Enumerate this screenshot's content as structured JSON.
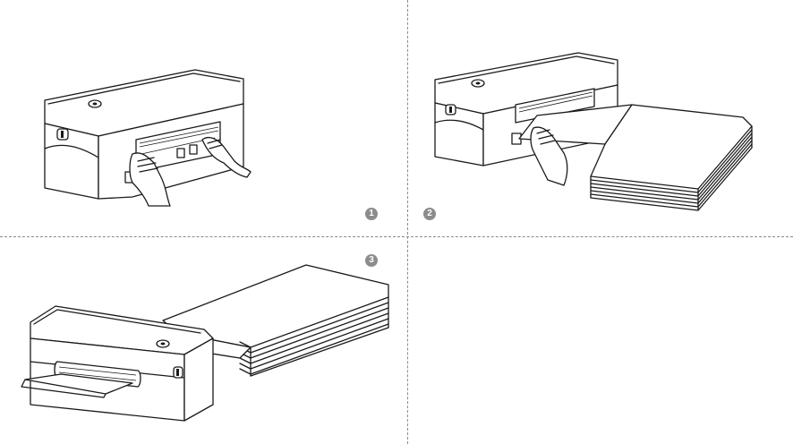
{
  "steps": [
    {
      "number": "1"
    },
    {
      "number": "2"
    },
    {
      "number": "3"
    }
  ],
  "colors": {
    "line": "#1a1a1a",
    "divider": "#8a8a8a",
    "badge": "#8c8c8c"
  },
  "icons": [
    "label-printer",
    "hands-inserting-paper-guide",
    "hand-feeding-fanfold-labels",
    "fanfold-label-stack",
    "label-output"
  ]
}
